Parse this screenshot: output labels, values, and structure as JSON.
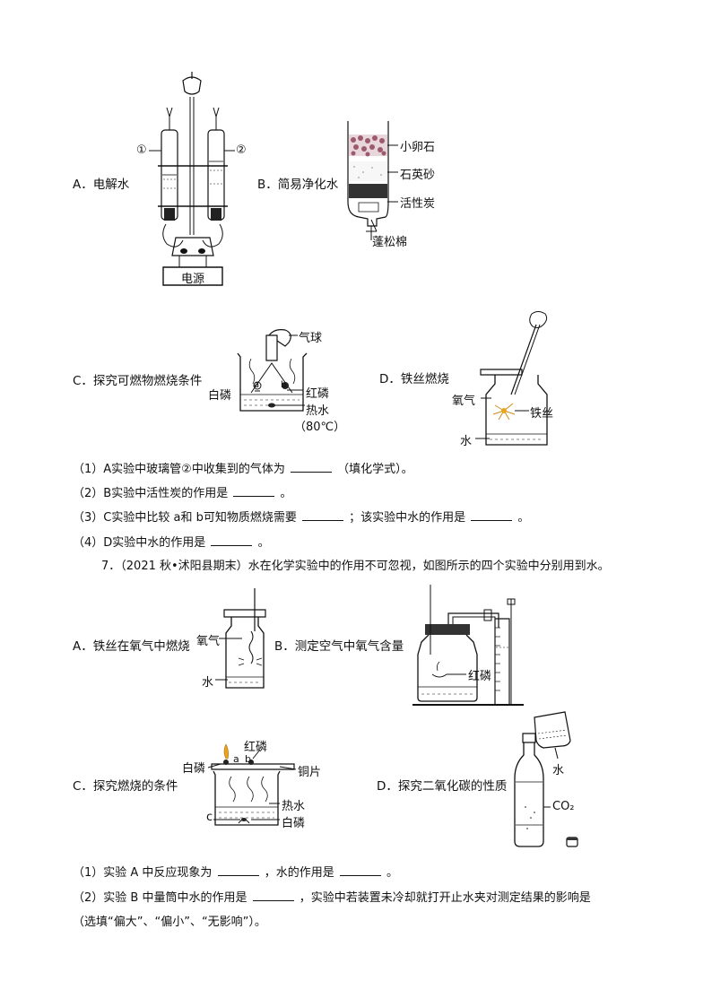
{
  "part6": {
    "optA": "A．电解水",
    "optB": "B．简易净化水",
    "optC": "C．探究可燃物燃烧条件",
    "optD": "D．铁丝燃烧",
    "figA": {
      "tube1": "①",
      "tube2": "②",
      "power": "电源"
    },
    "figB": {
      "layer1": "小卵石",
      "layer2": "石英砂",
      "layer3": "活性炭",
      "layer4": "蓬松棉"
    },
    "figC": {
      "balloon": "气球",
      "white_p": "白磷",
      "red_p": "红磷",
      "hot_water": "热水",
      "temp": "（80℃）",
      "a": "a",
      "b": "b"
    },
    "figD": {
      "oxygen": "氧气",
      "iron": "铁丝",
      "water": "水"
    },
    "questions": [
      {
        "pre": "（1）A实验中玻璃管②中收集到的气体为",
        "post": "（填化学式）。"
      },
      {
        "pre": "（2）B实验中活性炭的作用是",
        "post": "。"
      },
      {
        "pre": "（3）C实验中比较 a和 b可知物质燃烧需要",
        "mid": "；该实验中水的作用是",
        "post": "。"
      },
      {
        "pre": "（4）D实验中水的作用是",
        "post": "。"
      }
    ]
  },
  "part7": {
    "stem": "7．（2021 秋•沭阳县期末）水在化学实验中的作用不可忽视，如图所示的四个实验中分别用到水。",
    "optA": "A．铁丝在氧气中燃烧",
    "optB": "B．测定空气中氧气含量",
    "optC": "C．探究燃烧的条件",
    "optD": "D．探究二氧化碳的性质",
    "figA": {
      "oxygen": "氧气",
      "water": "水"
    },
    "figB": {
      "red_p": "红磷"
    },
    "figC": {
      "red_p": "红磷",
      "white_p": "白磷",
      "a": "a",
      "b": "b",
      "copper": "铜片",
      "hot_water": "热水",
      "white_p2": "白磷",
      "c": "c"
    },
    "figD": {
      "water": "水",
      "co2": "CO₂"
    },
    "questions": [
      {
        "pre": "（1）实验 A 中反应现象为",
        "mid": "，水的作用是",
        "post": "。"
      },
      {
        "pre": "（2）实验 B 中量筒中水的作用是",
        "mid": "，实验中若装置未冷却就打开止水夹对测定结果的影响是",
        "post": ""
      },
      {
        "pre": "（选填“偏大”、“偏小”、“无影响”）。"
      }
    ]
  }
}
